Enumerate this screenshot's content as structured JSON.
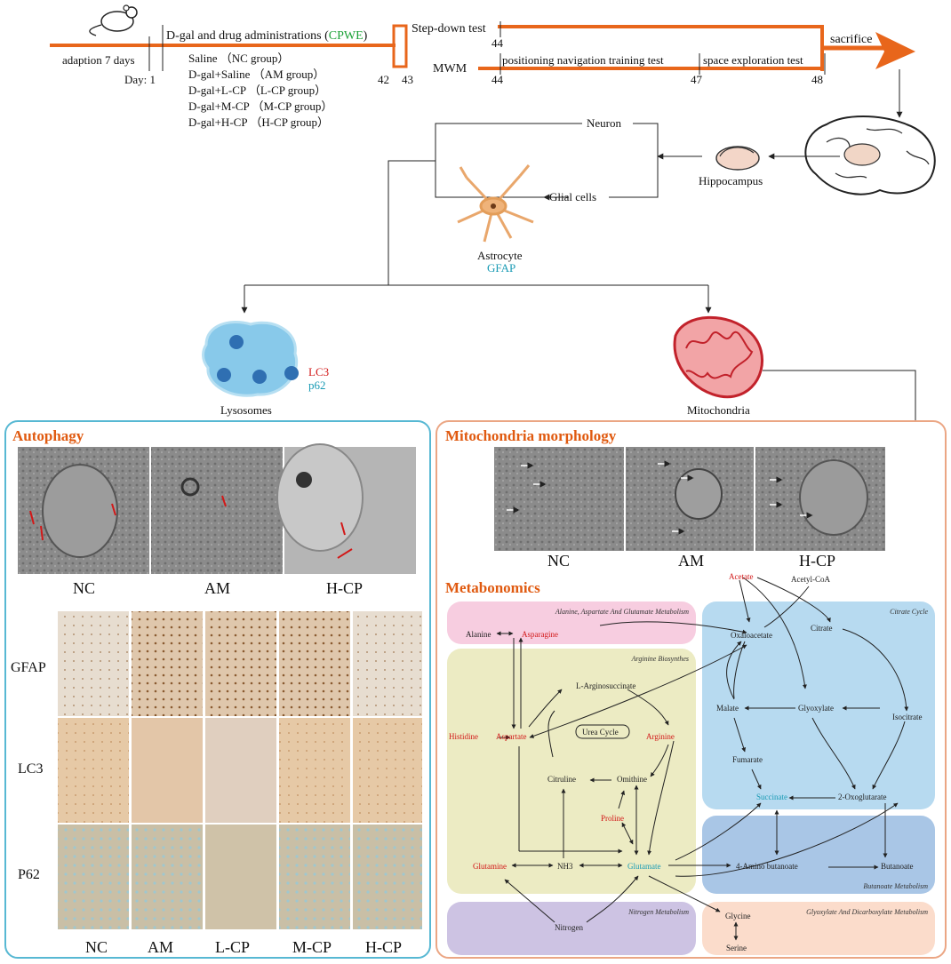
{
  "timeline": {
    "adaption": "adaption 7 days",
    "day": "Day: 1",
    "administration": "D-gal and drug administrations (",
    "cpwe": "CPWE",
    "administration_end": ")",
    "groups": [
      "Saline （NC group）",
      "D-gal+Saline （AM group）",
      "D-gal+L-CP （L-CP group）",
      "D-gal+M-CP （M-CP group）",
      "D-gal+H-CP （H-CP group）"
    ],
    "day42": "42",
    "day43": "43",
    "step_down": "Step-down test",
    "step_day": "44",
    "mwm": "MWM",
    "mwm_day44": "44",
    "positioning": "positioning navigation training test",
    "day47": "47",
    "space": "space exploration test",
    "day48": "48",
    "sacrifice": "sacrifice"
  },
  "brain": {
    "hippocampus": "Hippocampus",
    "neuron": "Neuron",
    "glial": "Glial cells",
    "astrocyte": "Astrocyte",
    "gfap": "GFAP",
    "lysosomes": "Lysosomes",
    "lc3": "LC3",
    "p62": "p62",
    "mitochondria": "Mitochondria"
  },
  "autophagy": {
    "title": "Autophagy",
    "em_labels": [
      "NC",
      "AM",
      "H-CP"
    ],
    "rows": [
      "GFAP",
      "LC3",
      "P62"
    ],
    "cols": [
      "NC",
      "AM",
      "L-CP",
      "M-CP",
      "H-CP"
    ]
  },
  "mito": {
    "title": "Mitochondria morphology",
    "em_labels": [
      "NC",
      "AM",
      "H-CP"
    ]
  },
  "metabonomics": {
    "title": "Metabonomics",
    "regions": {
      "ala": "Alanine, Aspartate And Glutamate Metabolism",
      "arg": "Arginine Biosynthes",
      "tca": "Citrate Cycle",
      "but": "Butanoate  Metabolism",
      "nit": "Nitrogen Metabolism",
      "gly": "Glyoxylate And Dicarboxylate Metabolism"
    },
    "nodes": {
      "acetate": "Acetate",
      "acetylcoa": "Acetyl-CoA",
      "alanine": "Alanine",
      "asparagine": "Asparagine",
      "oxaloacetate": "Oxaloacetate",
      "citrate": "Citrate",
      "larginosuccinate": "L-Arginosuccinate",
      "malate": "Malate",
      "glyoxylate": "Glyoxylate",
      "isocitrate": "Isocitrate",
      "histidine": "Histidine",
      "aspartate": "Aspartate",
      "ureacycle": "Urea Cycle",
      "arginine": "Arginine",
      "fumarate": "Fumarate",
      "citruline": "Citruline",
      "omithine": "Omithine",
      "succinate": "Succinate",
      "oxoglutarate": "2-Oxoglutarate",
      "proline": "Proline",
      "glutamine": "Glutamine",
      "nh3": "NH3",
      "glutamate": "Glutamate",
      "aminobutanoate": "4-Amino butanoate",
      "butanoate": "Butanoate",
      "nitrogen": "Nitrogen",
      "glycine": "Glycine",
      "serine": "Serine"
    }
  },
  "colors": {
    "orange": "#e8661b",
    "teal": "#1a9bb5",
    "red": "#d21818",
    "pink": "#f7cde0",
    "yellow": "#ecebc3",
    "blue": "#b7daf0",
    "darkblue": "#a9c6e6",
    "purple": "#cdc3e3",
    "peach": "#fbdccb"
  }
}
